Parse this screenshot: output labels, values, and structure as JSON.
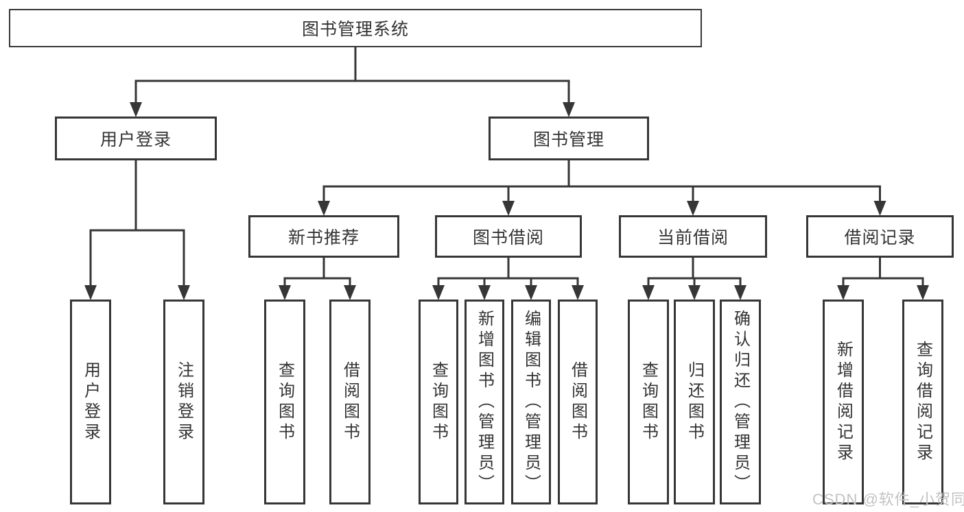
{
  "diagram": {
    "title": "图书管理系统",
    "watermark": "CSDN @软件_小贺同学",
    "colors": {
      "line": "#363636",
      "border": "#363636",
      "text": "#333333",
      "background": "#ffffff",
      "watermark": "#c2c2c2"
    },
    "nodes": [
      {
        "id": "root",
        "label": "图书管理系统",
        "orientation": "horizontal",
        "level": 1
      },
      {
        "id": "user-login",
        "label": "用户登录",
        "orientation": "horizontal",
        "level": 2
      },
      {
        "id": "book-mgmt",
        "label": "图书管理",
        "orientation": "horizontal",
        "level": 2
      },
      {
        "id": "new-book-rec",
        "label": "新书推荐",
        "orientation": "horizontal",
        "level": 3
      },
      {
        "id": "book-borrow",
        "label": "图书借阅",
        "orientation": "horizontal",
        "level": 3
      },
      {
        "id": "current-borrow",
        "label": "当前借阅",
        "orientation": "horizontal",
        "level": 3
      },
      {
        "id": "borrow-records",
        "label": "借阅记录",
        "orientation": "horizontal",
        "level": 3
      },
      {
        "id": "leaf-user-login",
        "label": "用户登录",
        "orientation": "vertical",
        "level": 4
      },
      {
        "id": "leaf-logout",
        "label": "注销登录",
        "orientation": "vertical",
        "level": 4
      },
      {
        "id": "leaf-query-book-1",
        "label": "查询图书",
        "orientation": "vertical",
        "level": 4
      },
      {
        "id": "leaf-borrow-book-1",
        "label": "借阅图书",
        "orientation": "vertical",
        "level": 4
      },
      {
        "id": "leaf-query-book-2",
        "label": "查询图书",
        "orientation": "vertical",
        "level": 4
      },
      {
        "id": "leaf-add-book",
        "label": "新增图书（管理员）",
        "orientation": "vertical",
        "level": 4
      },
      {
        "id": "leaf-edit-book",
        "label": "编辑图书（管理员）",
        "orientation": "vertical",
        "level": 4
      },
      {
        "id": "leaf-borrow-book-2",
        "label": "借阅图书",
        "orientation": "vertical",
        "level": 4
      },
      {
        "id": "leaf-query-book-3",
        "label": "查询图书",
        "orientation": "vertical",
        "level": 4
      },
      {
        "id": "leaf-return-book",
        "label": "归还图书",
        "orientation": "vertical",
        "level": 4
      },
      {
        "id": "leaf-confirm-return",
        "label": "确认归还（管理员）",
        "orientation": "vertical",
        "level": 4
      },
      {
        "id": "leaf-add-record",
        "label": "新增借阅记录",
        "orientation": "vertical",
        "level": 4
      },
      {
        "id": "leaf-query-record",
        "label": "查询借阅记录",
        "orientation": "vertical",
        "level": 4
      }
    ],
    "edges": [
      {
        "from": "root",
        "to": [
          "user-login",
          "book-mgmt"
        ]
      },
      {
        "from": "user-login",
        "to": [
          "leaf-user-login",
          "leaf-logout"
        ]
      },
      {
        "from": "book-mgmt",
        "to": [
          "new-book-rec",
          "book-borrow",
          "current-borrow",
          "borrow-records"
        ]
      },
      {
        "from": "new-book-rec",
        "to": [
          "leaf-query-book-1",
          "leaf-borrow-book-1"
        ]
      },
      {
        "from": "book-borrow",
        "to": [
          "leaf-query-book-2",
          "leaf-add-book",
          "leaf-edit-book",
          "leaf-borrow-book-2"
        ]
      },
      {
        "from": "current-borrow",
        "to": [
          "leaf-query-book-3",
          "leaf-return-book",
          "leaf-confirm-return"
        ]
      },
      {
        "from": "borrow-records",
        "to": [
          "leaf-add-record",
          "leaf-query-record"
        ]
      }
    ]
  }
}
